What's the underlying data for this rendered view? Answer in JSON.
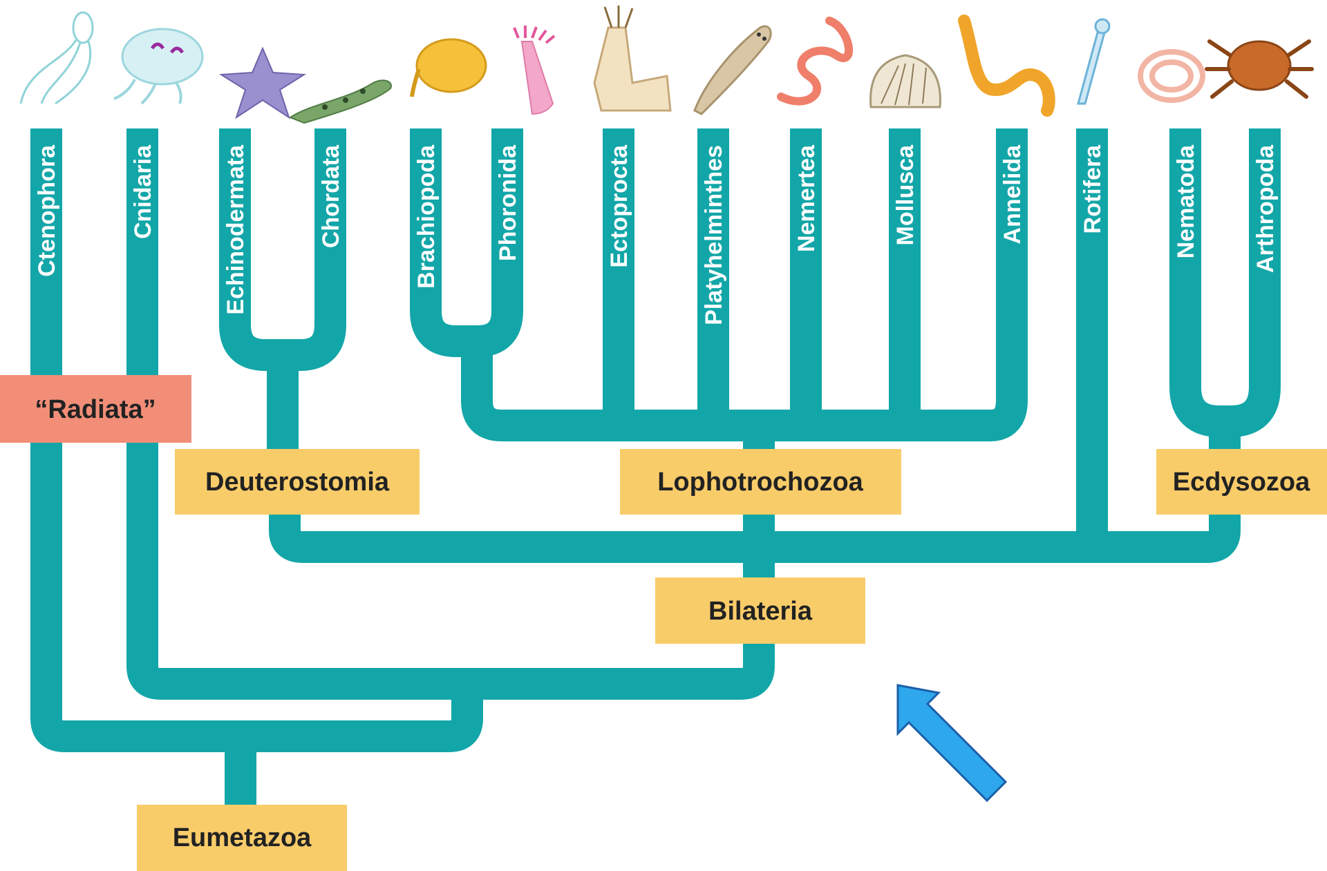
{
  "colors": {
    "branch": "#13a6a8",
    "label_box": "#f9cc6a",
    "radiata_box": "#f28e78",
    "phylum_text": "#ffffff",
    "group_text": "#222222",
    "arrow_fill": "#2ea7ec",
    "arrow_stroke": "#1b5fa8"
  },
  "phyla": [
    {
      "label": "Ctenophora",
      "icon": "comb-jelly-icon"
    },
    {
      "label": "Cnidaria",
      "icon": "jellyfish-icon"
    },
    {
      "label": "Echinodermata",
      "icon": "sea-star-icon"
    },
    {
      "label": "Chordata",
      "icon": "salamander-icon"
    },
    {
      "label": "Brachiopoda",
      "icon": "lamp-shell-icon"
    },
    {
      "label": "Phoronida",
      "icon": "tube-worm-icon"
    },
    {
      "label": "Ectoprocta",
      "icon": "bryozoan-icon"
    },
    {
      "label": "Platyhelminthes",
      "icon": "flatworm-icon"
    },
    {
      "label": "Nemertea",
      "icon": "ribbon-worm-icon"
    },
    {
      "label": "Mollusca",
      "icon": "scallop-icon"
    },
    {
      "label": "Annelida",
      "icon": "segmented-worm-icon"
    },
    {
      "label": "Rotifera",
      "icon": "rotifer-icon"
    },
    {
      "label": "Nematoda",
      "icon": "roundworm-icon"
    },
    {
      "label": "Arthropoda",
      "icon": "crab-icon"
    }
  ],
  "groups": {
    "radiata": "“Radiata”",
    "deuterostomia": "Deuterostomia",
    "lophotrochozoa": "Lophotrochozoa",
    "ecdysozoa": "Ecdysozoa",
    "bilateria": "Bilateria",
    "eumetazoa": "Eumetazoa"
  },
  "annotation": {
    "icon": "arrow-pointer-icon",
    "direction": "up-left"
  }
}
